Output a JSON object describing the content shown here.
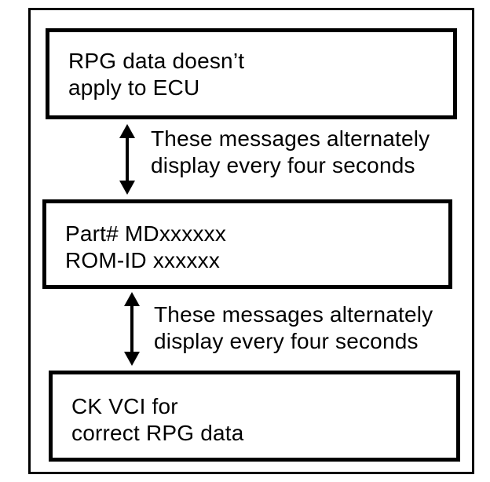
{
  "diagram": {
    "box_top": {
      "line1": "RPG data doesn’t",
      "line2": "apply to ECU"
    },
    "note_top": {
      "line1": "These messages alternately",
      "line2": "display every four seconds"
    },
    "box_middle": {
      "line1": "Part# MDxxxxxx",
      "line2": "ROM-ID xxxxxx"
    },
    "note_bottom": {
      "line1": "These messages alternately",
      "line2": "display every four seconds"
    },
    "box_bottom": {
      "line1": "CK VCI for",
      "line2": "correct RPG data"
    },
    "colors": {
      "ink": "#000000",
      "background": "#ffffff"
    }
  }
}
